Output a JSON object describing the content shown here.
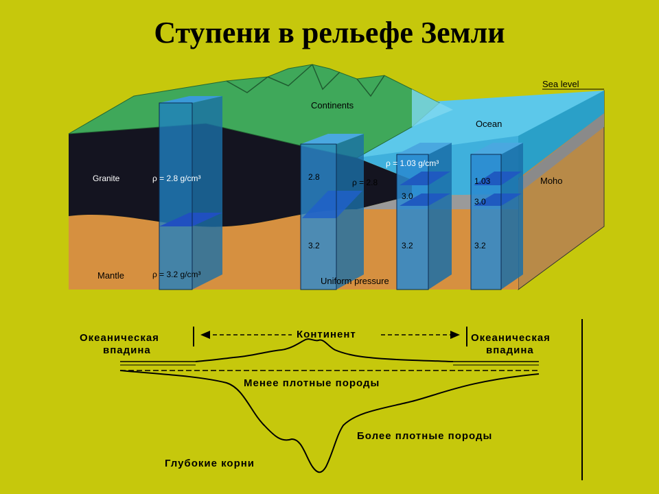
{
  "title": "Ступени в рельефе Земли",
  "block_diagram": {
    "sea_level": "Sea level",
    "continents": "Continents",
    "ocean": "Ocean",
    "granite": "Granite",
    "granite_density": "ρ = 2.8 g/cm³",
    "water_density": "ρ = 1.03 g/cm³",
    "crust_density": "ρ = 2.8",
    "moho": "Moho",
    "mantle": "Mantle",
    "mantle_density": "ρ = 3.2 g/cm³",
    "uniform_pressure": "Uniform pressure",
    "col2_top": "2.8",
    "col2_bottom": "3.2",
    "col3_mid": "3.0",
    "col3_bottom": "3.2",
    "col4_top": "1.03",
    "col4_mid": "3.0",
    "col4_bottom": "3.2"
  },
  "profile": {
    "left_label_1": "Океаническая",
    "left_label_2": "впадина",
    "center_label": "Континент",
    "right_label_1": "Океаническая",
    "right_label_2": "впадина",
    "less_dense": "Менее плотные породы",
    "more_dense": "Более плотные породы",
    "deep_roots": "Глубокие корни"
  },
  "colors": {
    "background": "#c6c80c",
    "land": "#3fa85a",
    "ocean": "#4ab8e0",
    "crust": "#141420",
    "mantle": "#d69040",
    "column": "#1f7fc0"
  }
}
